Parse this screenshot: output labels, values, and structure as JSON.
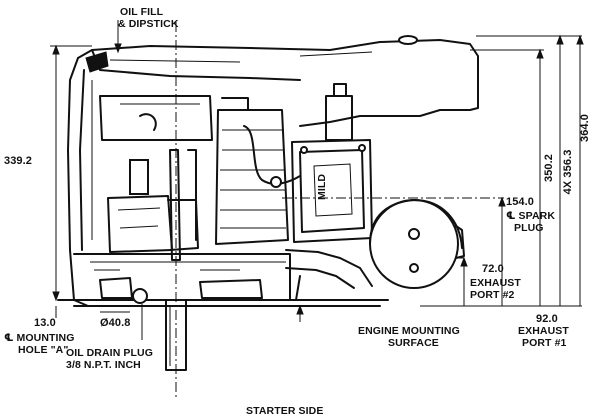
{
  "labels": {
    "oil_fill_line1": "OIL FILL",
    "oil_fill_line2": "& DIPSTICK",
    "dim_339": "339.2",
    "dim_364": "364.0",
    "dim_356": "4X 356.3",
    "dim_350": "350.2",
    "dim_154": "154.0",
    "spark_line1": "℄ SPARK",
    "spark_line2": "PLUG",
    "dim_72": "72.0",
    "exhaust2_line1": "EXHAUST",
    "exhaust2_line2": "PORT #2",
    "dim_92": "92.0",
    "exhaust1_line1": "EXHAUST",
    "exhaust1_line2": "PORT #1",
    "dim_13": "13.0",
    "dim_408": "Ø40.8",
    "mounting_line1": "℄ MOUNTING",
    "mounting_line2": "HOLE \"A\"",
    "drain_line1": "OIL DRAIN PLUG",
    "drain_line2": "3/8 N.P.T. INCH",
    "ems_line1": "ENGINE MOUNTING",
    "ems_line2": "SURFACE",
    "starter_side": "STARTER SIDE"
  }
}
